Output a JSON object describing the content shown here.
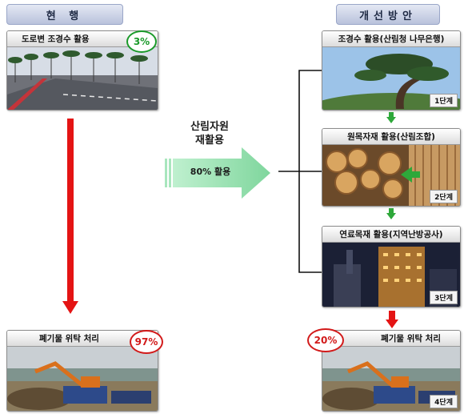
{
  "left": {
    "header": "현 행",
    "top_card": {
      "title": "도로변 조경수 활용",
      "percent": "3%"
    },
    "bottom_card": {
      "title": "폐기물 위탁 처리",
      "percent": "97%"
    }
  },
  "middle": {
    "label_line1": "산림자원",
    "label_line2": "재활용",
    "arrow_text": "80% 활용"
  },
  "right": {
    "header": "개선방안",
    "stages": [
      {
        "title": "조경수 활용(산림청 나무은행)",
        "stage": "1단계"
      },
      {
        "title": "원목자재 활용(산림조합)",
        "stage": "2단계"
      },
      {
        "title": "연료목재 활용(지역난방공사)",
        "stage": "3단계"
      },
      {
        "title": "폐기물 위탁 처리",
        "stage": "4단계",
        "percent": "20%"
      }
    ]
  },
  "colors": {
    "down_arrow": "#e41414",
    "green_arrow": "#2ea83a",
    "big_arrow": "#8fdcaa",
    "percent_green": "#1a9a2a",
    "percent_red": "#d21a1a"
  }
}
